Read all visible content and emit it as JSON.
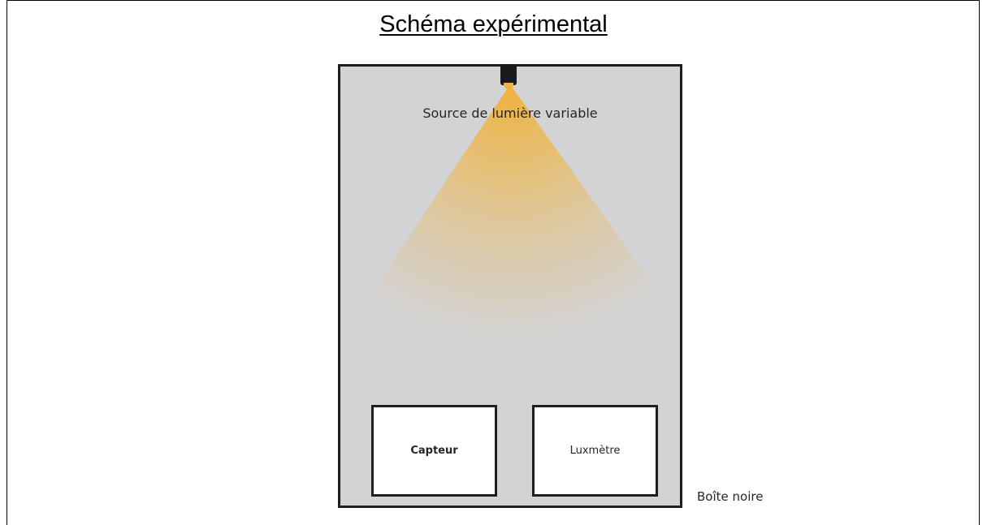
{
  "title": "Schéma expérimental",
  "diagram": {
    "light_source_label": "Source de lumière variable",
    "sensor_label": "Capteur",
    "luxmeter_label": "Luxmètre",
    "container_label": "Boîte noire",
    "colors": {
      "box_fill": "#d3d3d5",
      "box_border": "#1e1e1e",
      "light": "#f0b23e",
      "lamp": "#1b1b1b"
    }
  }
}
